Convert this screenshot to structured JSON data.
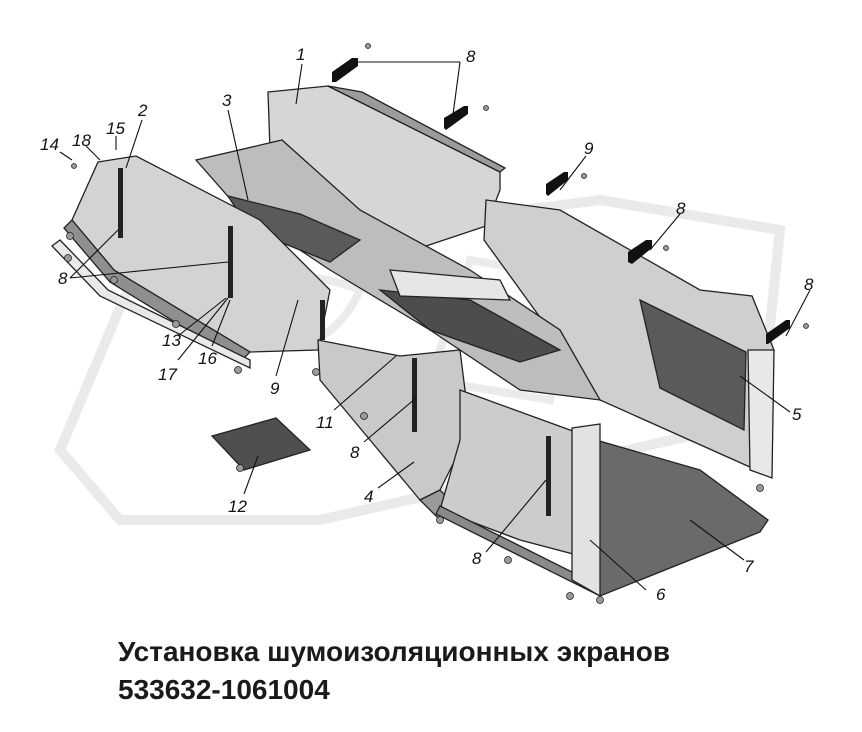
{
  "title": {
    "line1": "Установка шумоизоляционных экранов",
    "line2": "533632-1061004"
  },
  "callouts": [
    {
      "id": "c1",
      "label": "1"
    },
    {
      "id": "c2",
      "label": "2"
    },
    {
      "id": "c3",
      "label": "3"
    },
    {
      "id": "c4",
      "label": "4"
    },
    {
      "id": "c5",
      "label": "5"
    },
    {
      "id": "c6",
      "label": "6"
    },
    {
      "id": "c7",
      "label": "7"
    },
    {
      "id": "c8a",
      "label": "8"
    },
    {
      "id": "c8b",
      "label": "8"
    },
    {
      "id": "c8c",
      "label": "8"
    },
    {
      "id": "c8d",
      "label": "8"
    },
    {
      "id": "c8e",
      "label": "8"
    },
    {
      "id": "c8f",
      "label": "8"
    },
    {
      "id": "c9a",
      "label": "9"
    },
    {
      "id": "c9b",
      "label": "9"
    },
    {
      "id": "c11",
      "label": "11"
    },
    {
      "id": "c12",
      "label": "12"
    },
    {
      "id": "c13",
      "label": "13"
    },
    {
      "id": "c14",
      "label": "14"
    },
    {
      "id": "c15",
      "label": "15"
    },
    {
      "id": "c16",
      "label": "16"
    },
    {
      "id": "c17",
      "label": "17"
    },
    {
      "id": "c18",
      "label": "18"
    }
  ],
  "colors": {
    "panel_light": "#d9d9d9",
    "panel_mid": "#bdbdbd",
    "panel_dark": "#4a4a4a",
    "watermark": "#e4e4e4",
    "line": "#111111"
  }
}
